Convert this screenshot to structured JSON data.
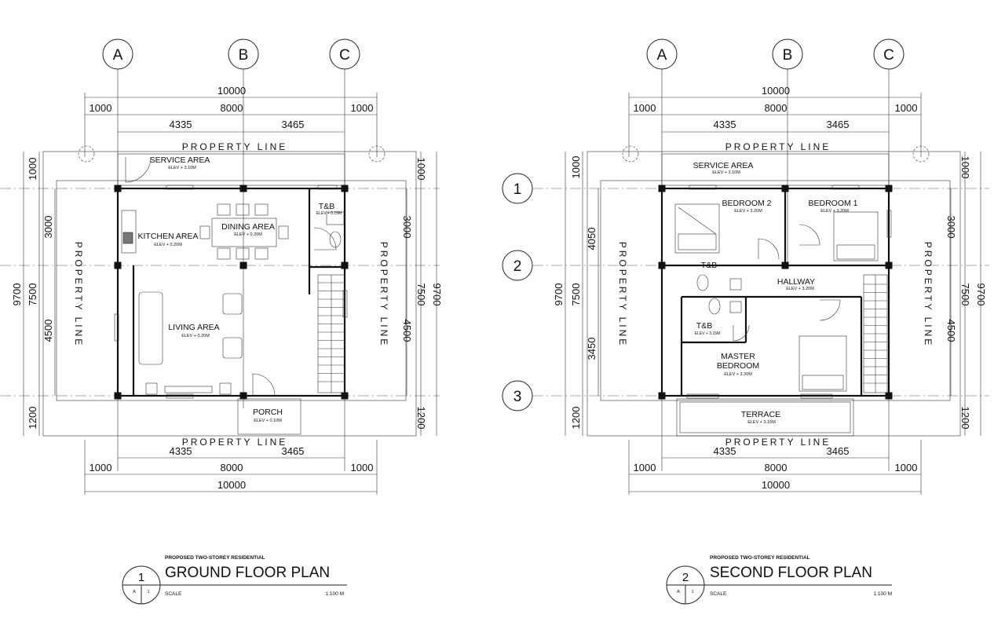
{
  "grid_labels": {
    "a": "A",
    "b": "B",
    "c": "C",
    "r1": "1",
    "r2": "2",
    "r3": "3"
  },
  "dimensions": {
    "overall_width": "10000",
    "setback": "1000",
    "inner_width": "8000",
    "bay_left": "4335",
    "bay_right": "3465",
    "overall_depth": "9700",
    "inner_depth": "7500",
    "front_setback": "1200",
    "ground_front_depth": "3000",
    "ground_rear_depth": "4500",
    "second_front_depth": "4050",
    "second_rear_depth": "3450",
    "second_right_front": "3000",
    "second_right_rear": "4500"
  },
  "property_line": "PROPERTY LINE",
  "ground_floor": {
    "rooms": {
      "service_area": "SERVICE AREA",
      "service_area_elev": "ELEV + 3.10M",
      "kitchen": "KITCHEN AREA",
      "kitchen_elev": "ELEV + 0.20M",
      "dining": "DINING AREA",
      "dining_elev": "ELEV + 0.20M",
      "tb": "T&B",
      "tb_elev": "ELEV + 0.15M",
      "living": "LIVING AREA",
      "living_elev": "ELEV + 0.20M",
      "porch": "PORCH",
      "porch_elev": "ELEV + 0.10M"
    },
    "title_block": {
      "project": "PROPOSED TWO-STOREY RESIDENTIAL",
      "title": "GROUND FLOOR PLAN",
      "number": "1",
      "sheet_a": "A",
      "sheet_n": "1",
      "scale_label": "SCALE",
      "scale_value": "1:100 M"
    }
  },
  "second_floor": {
    "rooms": {
      "service_area": "SERVICE AREA",
      "service_area_elev": "ELEV + 3.10M",
      "bedroom2": "BEDROOM 2",
      "bedroom2_elev": "ELEV + 3.20M",
      "bedroom1": "BEDROOM 1",
      "bedroom1_elev": "ELEV + 3.20M",
      "tb_upper": "T&B",
      "hallway": "HALLWAY",
      "hallway_elev": "ELEV + 3.20M",
      "tb_lower": "T&B",
      "tb_lower_elev": "ELEV + 3.15M",
      "master": "MASTER",
      "bedroom": "BEDROOM",
      "master_elev": "ELEV + 3.20M",
      "terrace": "TERRACE",
      "terrace_elev": "ELEV + 3.15M"
    },
    "title_block": {
      "project": "PROPOSED TWO-STOREY RESIDENTIAL",
      "title": "SECOND FLOOR PLAN",
      "number": "2",
      "sheet_a": "A",
      "sheet_n": "1",
      "scale_label": "SCALE",
      "scale_value": "1:100 M"
    }
  }
}
